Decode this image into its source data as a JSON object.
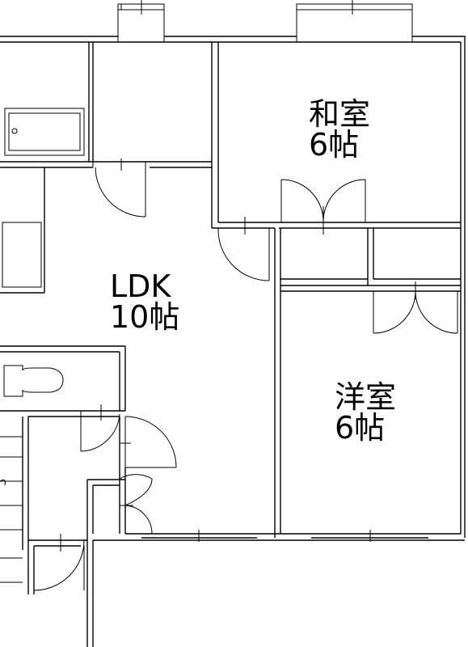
{
  "rooms": {
    "washitsu": {
      "name": "和室",
      "size": "6帖"
    },
    "ldk": {
      "name": "LDK",
      "size": "10帖"
    },
    "yoshitsu": {
      "name": "洋室",
      "size": "6帖"
    }
  },
  "colors": {
    "line": "#000000",
    "background": "#ffffff"
  }
}
